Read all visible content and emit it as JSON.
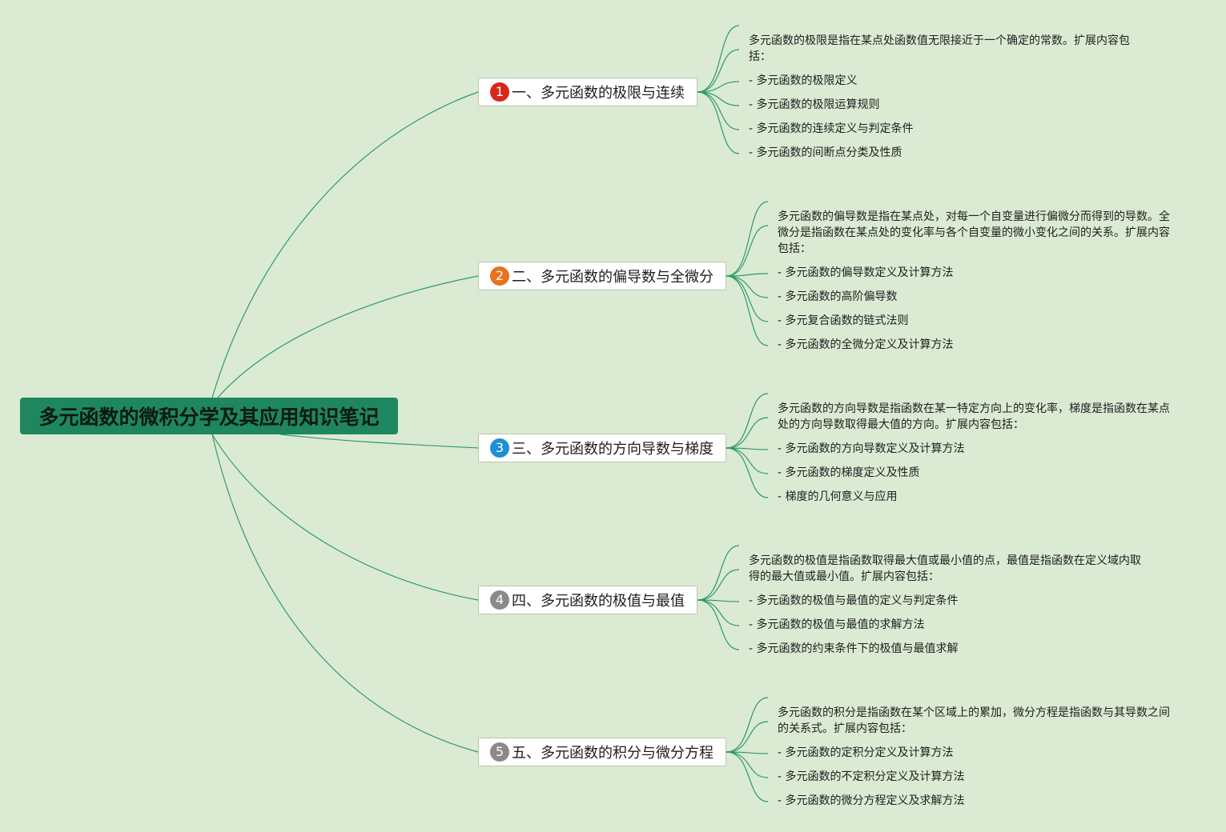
{
  "title": "多元函数的微积分学及其应用知识笔记",
  "colors": {
    "background": "#dbead3",
    "root": "#1e8760",
    "line": "#2e9b6a"
  },
  "branches": [
    {
      "number": "1",
      "badge_color": "#d9261c",
      "label": "一、多元函数的极限与连续",
      "description": "多元函数的极限是指在某点处函数值无限接近于一个确定的常数。扩展内容包括：",
      "items": [
        "- 多元函数的极限定义",
        "- 多元函数的极限运算规则",
        "- 多元函数的连续定义与判定条件",
        "- 多元函数的间断点分类及性质"
      ]
    },
    {
      "number": "2",
      "badge_color": "#e8731c",
      "label": "二、多元函数的偏导数与全微分",
      "description": "多元函数的偏导数是指在某点处，对每一个自变量进行偏微分而得到的导数。全微分是指函数在某点处的变化率与各个自变量的微小变化之间的关系。扩展内容包括：",
      "items": [
        "- 多元函数的偏导数定义及计算方法",
        "- 多元函数的高阶偏导数",
        "- 多元复合函数的链式法则",
        "- 多元函数的全微分定义及计算方法"
      ]
    },
    {
      "number": "3",
      "badge_color": "#1f8fd6",
      "label": "三、多元函数的方向导数与梯度",
      "description": "多元函数的方向导数是指函数在某一特定方向上的变化率，梯度是指函数在某点处的方向导数取得最大值的方向。扩展内容包括：",
      "items": [
        "- 多元函数的方向导数定义及计算方法",
        "- 多元函数的梯度定义及性质",
        "- 梯度的几何意义与应用"
      ]
    },
    {
      "number": "4",
      "badge_color": "#8a8a8a",
      "label": "四、多元函数的极值与最值",
      "description": "多元函数的极值是指函数取得最大值或最小值的点，最值是指函数在定义域内取得的最大值或最小值。扩展内容包括：",
      "items": [
        "- 多元函数的极值与最值的定义与判定条件",
        "- 多元函数的极值与最值的求解方法",
        "- 多元函数的约束条件下的极值与最值求解"
      ]
    },
    {
      "number": "5",
      "badge_color": "#8a8a8a",
      "label": "五、多元函数的积分与微分方程",
      "description": "多元函数的积分是指函数在某个区域上的累加，微分方程是指函数与其导数之间的关系式。扩展内容包括：",
      "items": [
        "- 多元函数的定积分定义及计算方法",
        "- 多元函数的不定积分定义及计算方法",
        "- 多元函数的微分方程定义及求解方法"
      ]
    }
  ]
}
